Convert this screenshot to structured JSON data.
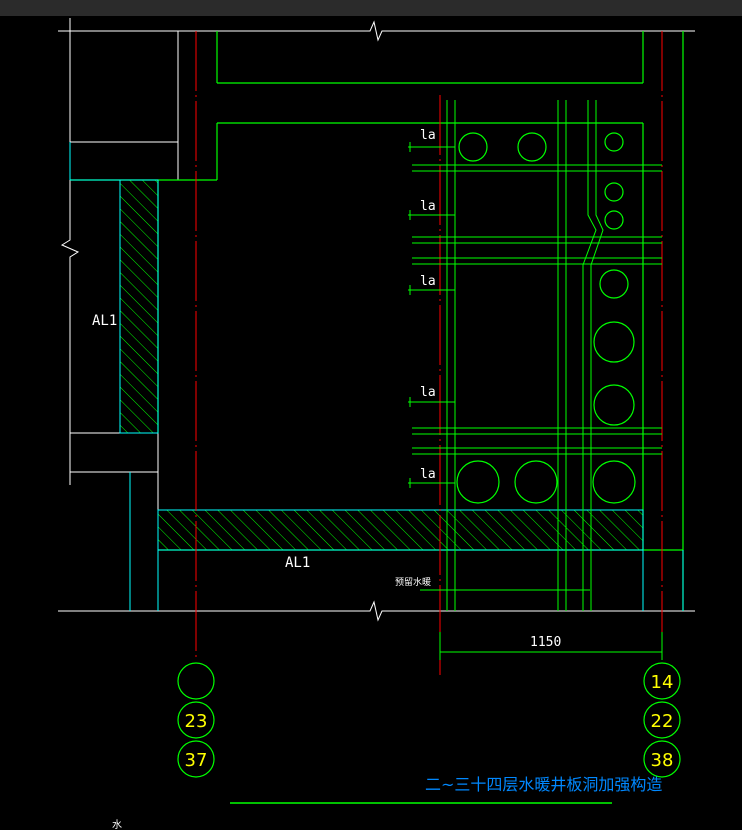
{
  "window": {
    "title": ""
  },
  "drawing": {
    "label_al1_left": "AL1",
    "label_al1_bottom": "AL1",
    "la_label": "la",
    "note_small": "预留水暖",
    "dimension": "1150",
    "axis_left": [
      "",
      "23",
      "37"
    ],
    "axis_right": [
      "14",
      "22",
      "38"
    ],
    "title": "二~三十四层水暖井板洞加强构造",
    "corner_mark": "水"
  },
  "colors": {
    "white": "#ffffff",
    "green": "#00ff00",
    "cyan": "#00ffff",
    "red": "#ff0000",
    "yellow": "#ffff00",
    "blue": "#0088ff"
  }
}
